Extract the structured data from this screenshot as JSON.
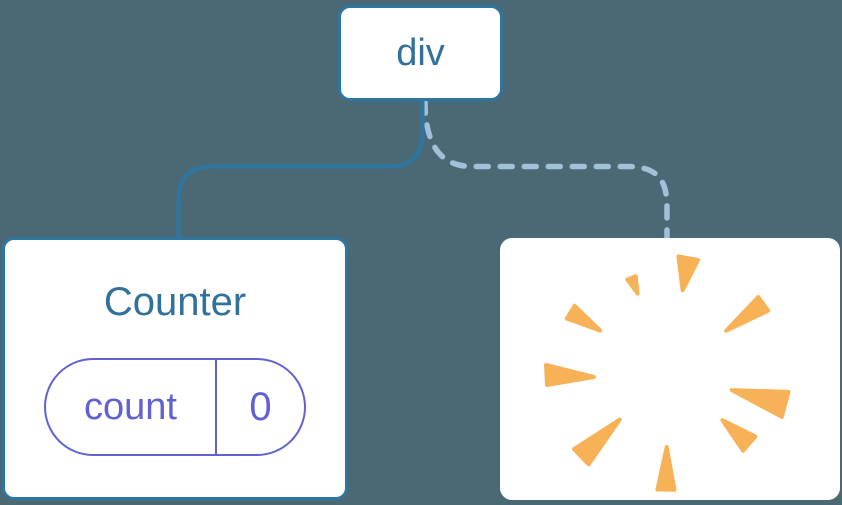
{
  "diagram": {
    "title": "component-tree",
    "root": {
      "label": "div"
    },
    "children": [
      {
        "name": "counter-component",
        "title": "Counter",
        "state": {
          "key": "count",
          "value": "0"
        },
        "connector": "solid"
      },
      {
        "name": "removed-component",
        "icon": "poof-burst-icon",
        "connector": "dashed"
      }
    ]
  },
  "colors": {
    "background": "#4B6974",
    "card_background": "#FFFFFF",
    "node_border": "#2E76A2",
    "node_text": "#31719A",
    "connector_solid": "#2E76A2",
    "connector_dashed": "#A0C1D8",
    "state_pill": "#6161D4",
    "poof": "#F7B258"
  }
}
